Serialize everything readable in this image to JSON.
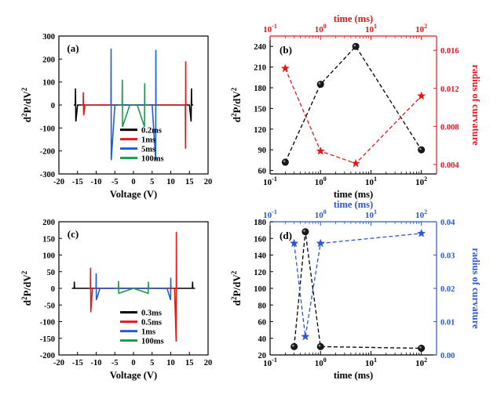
{
  "colors": {
    "black": "#000000",
    "red": "#e31a1c",
    "blue": "#1f5fd6",
    "green": "#1a9a50",
    "axis_red": "#e8141b",
    "axis_blue": "#2f55d4"
  },
  "chart_data": [
    {
      "panel": "(a)",
      "type": "line",
      "xlabel": "Voltage (V)",
      "ylabel": "d2P/dV2",
      "xlim": [
        -20,
        20
      ],
      "ylim": [
        -300,
        300
      ],
      "x_ticks": [
        -20,
        -15,
        -10,
        -5,
        0,
        5,
        10,
        15,
        20
      ],
      "y_ticks": [
        -300,
        -200,
        -100,
        0,
        100,
        200,
        300
      ],
      "legend_position": "bottom-center",
      "series": [
        {
          "name": "0.2ms",
          "color": "#000000",
          "x": [
            -16,
            -15.7,
            -15.6,
            -15.55,
            -15.5,
            -15.45,
            -15,
            -10,
            -5,
            0,
            5,
            10,
            15,
            15.45,
            15.5,
            15.55,
            15.6,
            15.7,
            16
          ],
          "y": [
            0,
            0,
            5,
            72,
            0,
            -72,
            0,
            0,
            0,
            0,
            0,
            0,
            0,
            -72,
            0,
            72,
            5,
            0,
            0
          ]
        },
        {
          "name": "1ms",
          "color": "#e31a1c",
          "x": [
            -14,
            -13.5,
            -13.45,
            -13.4,
            -13.35,
            -13,
            -10,
            -6,
            0,
            6,
            10,
            13,
            13.9,
            13.95,
            14.0,
            14.05,
            14.3
          ],
          "y": [
            0,
            0,
            55,
            0,
            -45,
            0,
            0,
            0,
            0,
            0,
            0,
            0,
            0,
            -190,
            190,
            0,
            0
          ]
        },
        {
          "name": "5ms",
          "color": "#1f5fd6",
          "x": [
            -6.5,
            -6.05,
            -6.0,
            -5.95,
            -5,
            -2,
            0,
            2,
            5,
            5.95,
            6.0,
            6.05,
            6.5
          ],
          "y": [
            0,
            0,
            245,
            -240,
            0,
            0,
            0,
            0,
            0,
            -240,
            240,
            0,
            0
          ]
        },
        {
          "name": "100ms",
          "color": "#1a9a50",
          "x": [
            -4.2,
            -3.05,
            -3.0,
            -2.95,
            -1,
            0,
            1,
            2.95,
            3.0,
            3.05,
            4.2
          ],
          "y": [
            0,
            0,
            110,
            -95,
            0,
            0,
            0,
            -95,
            95,
            0,
            0
          ]
        }
      ]
    },
    {
      "panel": "(b)",
      "type": "scatter",
      "xlabel": "time (ms)",
      "x2label": "time (ms)",
      "ylabel": "d2P/dV2",
      "y2label": "radius of curvature",
      "xscale": "log",
      "xlim": [
        0.1,
        200
      ],
      "ylim": [
        55,
        255
      ],
      "y2lim": [
        0.003,
        0.0175
      ],
      "x_ticks": [
        "10-1",
        "100",
        "101",
        "102"
      ],
      "y_ticks": [
        60,
        90,
        120,
        150,
        180,
        210,
        240
      ],
      "y2_ticks": [
        0.004,
        0.008,
        0.012,
        0.016
      ],
      "series": [
        {
          "name": "",
          "axis": "left",
          "marker": "sphere",
          "color": "#000000",
          "x": [
            0.2,
            1,
            5,
            100
          ],
          "y": [
            72,
            185,
            240,
            90
          ]
        },
        {
          "name": "",
          "axis": "right",
          "marker": "star",
          "color": "#e31a1c",
          "x": [
            0.2,
            1,
            5,
            100
          ],
          "y": [
            0.0141,
            0.0054,
            0.0041,
            0.0112
          ]
        }
      ]
    },
    {
      "panel": "(c)",
      "type": "line",
      "xlabel": "Voltage (V)",
      "ylabel": "d2P/dV2",
      "xlim": [
        -20,
        20
      ],
      "ylim": [
        -200,
        200
      ],
      "x_ticks": [
        -20,
        -15,
        -10,
        -5,
        0,
        5,
        10,
        15,
        20
      ],
      "y_ticks": [
        -200,
        -150,
        -100,
        -50,
        0,
        50,
        100,
        150,
        200
      ],
      "legend_position": "bottom-right",
      "series": [
        {
          "name": "0.3ms",
          "color": "#000000",
          "x": [
            -16.5,
            -15.9,
            -15.85,
            -15.8,
            -15,
            -12,
            0,
            12,
            15,
            15.8,
            15.85,
            15.9,
            16.5
          ],
          "y": [
            0,
            0,
            20,
            0,
            0,
            0,
            0,
            0,
            0,
            0,
            20,
            0,
            0
          ]
        },
        {
          "name": "0.5ms",
          "color": "#e31a1c",
          "x": [
            -12,
            -11.55,
            -11.5,
            -11.45,
            -11,
            0,
            11,
            11.45,
            11.5,
            11.55,
            11.9
          ],
          "y": [
            0,
            0,
            62,
            -72,
            0,
            0,
            0,
            -160,
            170,
            0,
            0
          ]
        },
        {
          "name": "1ms",
          "color": "#1f5fd6",
          "x": [
            -10.5,
            -10.05,
            -10.0,
            -9.95,
            -9,
            0,
            9,
            9.95,
            10.0,
            10.05,
            10.5
          ],
          "y": [
            0,
            0,
            45,
            -35,
            0,
            0,
            0,
            -35,
            32,
            0,
            0
          ]
        },
        {
          "name": "100ms",
          "color": "#1a9a50",
          "x": [
            -5,
            -4.05,
            -4.0,
            -3.95,
            0,
            3.95,
            4.0,
            4.05,
            5
          ],
          "y": [
            0,
            0,
            22,
            -15,
            0,
            -15,
            20,
            0,
            0
          ]
        }
      ]
    },
    {
      "panel": "(d)",
      "type": "scatter",
      "xlabel": "time (ms)",
      "x2label": "time (ms)",
      "ylabel": "d2P/dV2",
      "y2label": "radius of curvature",
      "xscale": "log",
      "xlim": [
        0.1,
        200
      ],
      "ylim": [
        20,
        180
      ],
      "y2lim": [
        0,
        0.04
      ],
      "x_ticks": [
        "10-1",
        "100",
        "101",
        "102"
      ],
      "y_ticks": [
        20,
        40,
        60,
        80,
        100,
        120,
        140,
        160,
        180
      ],
      "y2_ticks": [
        0.0,
        0.01,
        0.02,
        0.03,
        0.04
      ],
      "series": [
        {
          "name": "",
          "axis": "left",
          "marker": "sphere",
          "color": "#000000",
          "x": [
            0.3,
            0.5,
            1,
            100
          ],
          "y": [
            30,
            168,
            30,
            28
          ]
        },
        {
          "name": "",
          "axis": "right",
          "marker": "star",
          "color": "#2f55d4",
          "x": [
            0.3,
            0.5,
            1,
            100
          ],
          "y": [
            0.0335,
            0.0055,
            0.0335,
            0.0365
          ]
        }
      ]
    }
  ]
}
